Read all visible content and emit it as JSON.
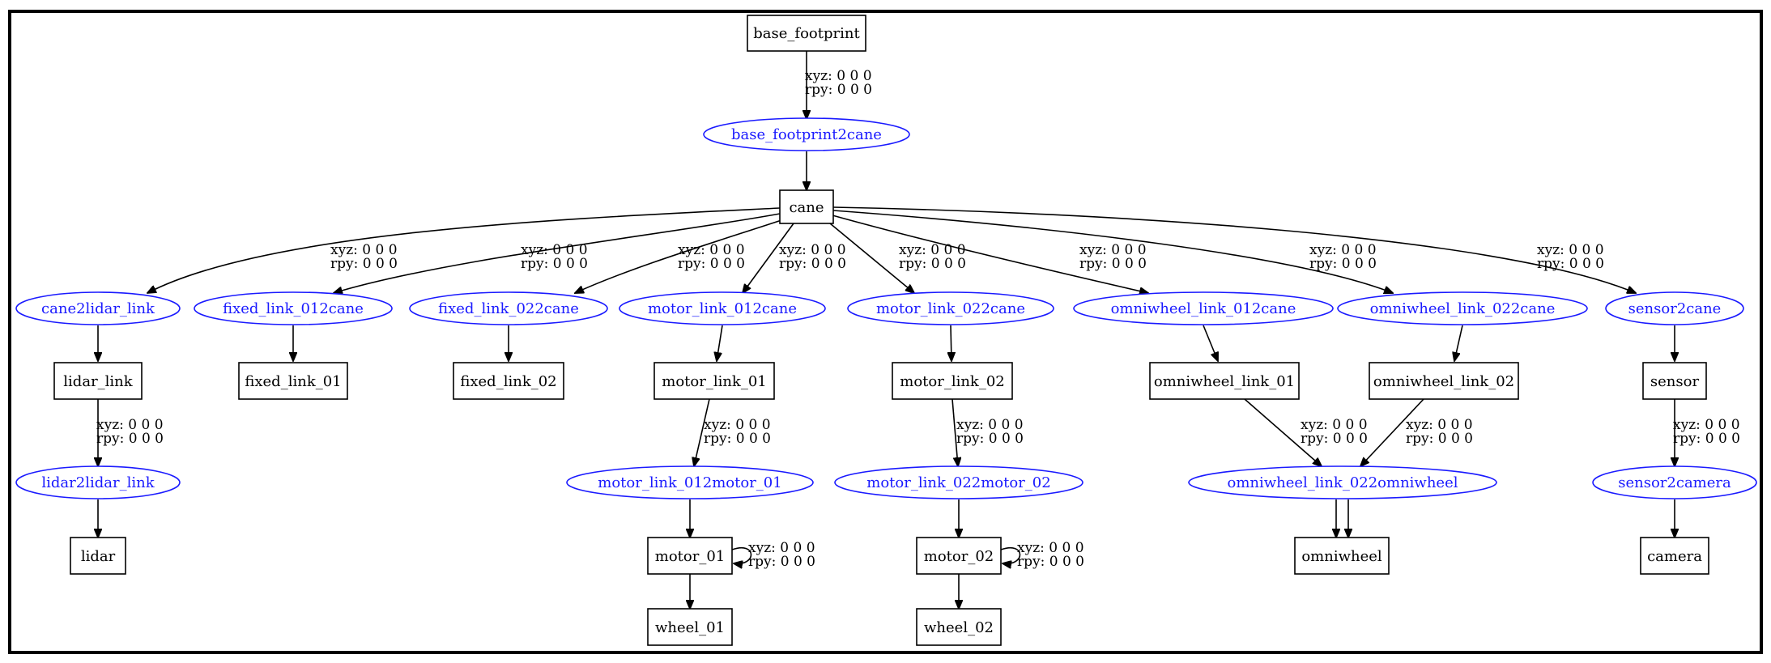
{
  "links": [
    {
      "id": "base_footprint",
      "label": "base_footprint"
    },
    {
      "id": "cane",
      "label": "cane"
    },
    {
      "id": "lidar_link",
      "label": "lidar_link"
    },
    {
      "id": "lidar",
      "label": "lidar"
    },
    {
      "id": "fixed_link_01",
      "label": "fixed_link_01"
    },
    {
      "id": "fixed_link_02",
      "label": "fixed_link_02"
    },
    {
      "id": "motor_link_01",
      "label": "motor_link_01"
    },
    {
      "id": "motor_01",
      "label": "motor_01"
    },
    {
      "id": "wheel_01",
      "label": "wheel_01"
    },
    {
      "id": "motor_link_02",
      "label": "motor_link_02"
    },
    {
      "id": "motor_02",
      "label": "motor_02"
    },
    {
      "id": "wheel_02",
      "label": "wheel_02"
    },
    {
      "id": "omniwheel_link_01",
      "label": "omniwheel_link_01"
    },
    {
      "id": "omniwheel_link_02",
      "label": "omniwheel_link_02"
    },
    {
      "id": "omniwheel",
      "label": "omniwheel"
    },
    {
      "id": "sensor",
      "label": "sensor"
    },
    {
      "id": "camera",
      "label": "camera"
    }
  ],
  "joints": [
    {
      "id": "base_footprint2cane",
      "label": "base_footprint2cane",
      "xyz": "xyz: 0 0 0",
      "rpy": "rpy: 0 0 0"
    },
    {
      "id": "cane2lidar_link",
      "label": "cane2lidar_link",
      "xyz": "xyz: 0 0 0",
      "rpy": "rpy: 0 0 0"
    },
    {
      "id": "lidar2lidar_link",
      "label": "lidar2lidar_link",
      "xyz": "xyz: 0 0 0",
      "rpy": "rpy: 0 0 0"
    },
    {
      "id": "fixed_link_012cane",
      "label": "fixed_link_012cane",
      "xyz": "xyz: 0 0 0",
      "rpy": "rpy: 0 0 0"
    },
    {
      "id": "fixed_link_022cane",
      "label": "fixed_link_022cane",
      "xyz": "xyz: 0 0 0",
      "rpy": "rpy: 0 0 0"
    },
    {
      "id": "motor_link_012cane",
      "label": "motor_link_012cane",
      "xyz": "xyz: 0 0 0",
      "rpy": "rpy: 0 0 0"
    },
    {
      "id": "motor_link_012motor_01",
      "label": "motor_link_012motor_01",
      "xyz": "xyz: 0 0 0",
      "rpy": "rpy: 0 0 0"
    },
    {
      "id": "motor_01_self",
      "xyz": "xyz: 0 0 0",
      "rpy": "rpy: 0 0 0"
    },
    {
      "id": "motor_link_022cane",
      "label": "motor_link_022cane",
      "xyz": "xyz: 0 0 0",
      "rpy": "rpy: 0 0 0"
    },
    {
      "id": "motor_link_022motor_02",
      "label": "motor_link_022motor_02",
      "xyz": "xyz: 0 0 0",
      "rpy": "rpy: 0 0 0"
    },
    {
      "id": "motor_02_self",
      "xyz": "xyz: 0 0 0",
      "rpy": "rpy: 0 0 0"
    },
    {
      "id": "omniwheel_link_012cane",
      "label": "omniwheel_link_012cane",
      "xyz": "xyz: 0 0 0",
      "rpy": "rpy: 0 0 0"
    },
    {
      "id": "omniwheel_link_022cane",
      "label": "omniwheel_link_022cane",
      "xyz": "xyz: 0 0 0",
      "rpy": "rpy: 0 0 0"
    },
    {
      "id": "omniwheel_link_022omniwheel",
      "label": "omniwheel_link_022omniwheel",
      "xyz1": "xyz: 0 0 0",
      "rpy1": "rpy: 0 0 0",
      "xyz2": "xyz: 0 0 0",
      "rpy2": "rpy: 0 0 0"
    },
    {
      "id": "sensor2cane",
      "label": "sensor2cane",
      "xyz": "xyz: 0 0 0",
      "rpy": "rpy: 0 0 0"
    },
    {
      "id": "sensor2camera",
      "label": "sensor2camera",
      "xyz": "xyz: 0 0 0",
      "rpy": "rpy: 0 0 0"
    }
  ],
  "colors": {
    "link_border": "#000000",
    "joint_border": "#1a1aff",
    "joint_text": "#1a1aff",
    "frame": "#000000"
  }
}
